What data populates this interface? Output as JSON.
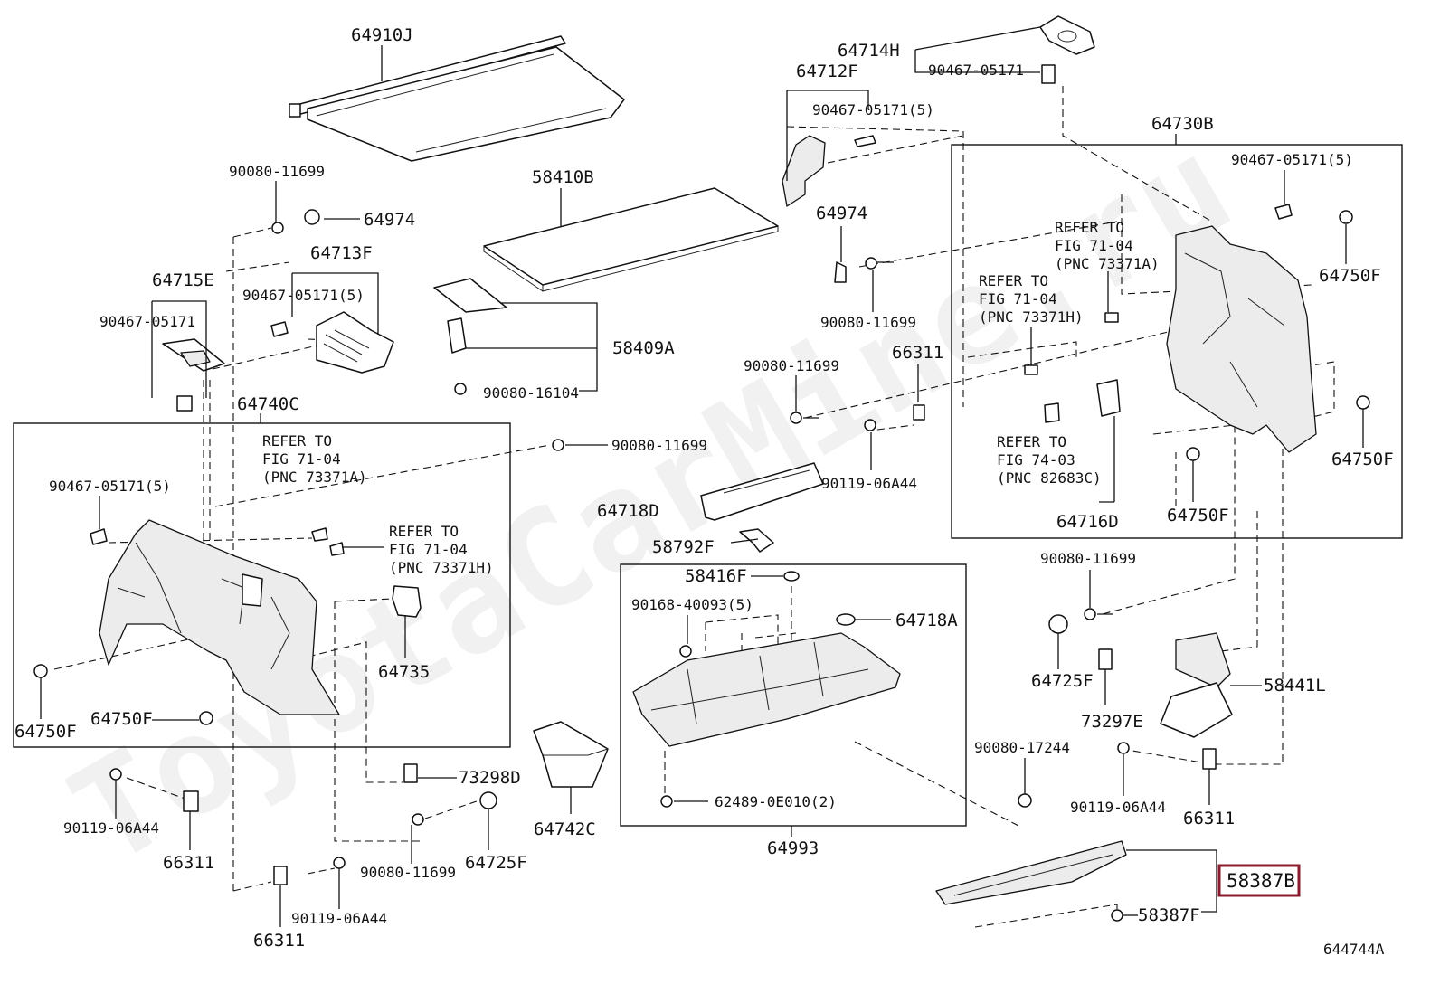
{
  "watermark": "ToyotaCarMine.ru",
  "diagram_id": "644744A",
  "highlighted_part": "58387B",
  "labels": {
    "p64910J": "64910J",
    "p58410B": "58410B",
    "p58409A": "58409A",
    "p90080_16104": "90080-16104",
    "p90080_11699_a": "90080-11699",
    "p64974_a": "64974",
    "p64713F": "64713F",
    "p90467_05171_5_a": "90467-05171(5)",
    "p64715E": "64715E",
    "p90467_05171_a": "90467-05171",
    "p64740C": "64740C",
    "refer_a_1": "REFER TO",
    "refer_a_2": "FIG 71-04",
    "refer_a_3": "(PNC 73371A)",
    "refer_b_1": "REFER TO",
    "refer_b_2": "FIG 71-04",
    "refer_b_3": "(PNC 73371H)",
    "p90467_05171_5_b": "90467-05171(5)",
    "p64735": "64735",
    "p64750F_a": "64750F",
    "p64750F_b": "64750F",
    "p90080_11699_b": "90080-11699",
    "p73298D": "73298D",
    "p90119_06A44_a": "90119-06A44",
    "p66311_a": "66311",
    "p90080_11699_c": "90080-11699",
    "p64725F_a": "64725F",
    "p90119_06A44_b": "90119-06A44",
    "p66311_b": "66311",
    "p64742C": "64742C",
    "p64714H": "64714H",
    "p90467_05171_b": "90467-05171",
    "p64712F": "64712F",
    "p90467_05171_5_c": "90467-05171(5)",
    "p64974_b": "64974",
    "p90080_11699_d": "90080-11699",
    "p90080_11699_e": "90080-11699",
    "p66311_c": "66311",
    "p90119_06A44_c": "90119-06A44",
    "p64718D": "64718D",
    "p58792F": "58792F",
    "p58416F": "58416F",
    "p90168_40093_5": "90168-40093(5)",
    "p64718A": "64718A",
    "p62489_0E010_2": "62489-0E010(2)",
    "p64993": "64993",
    "p64730B": "64730B",
    "p90467_05171_5_d": "90467-05171(5)",
    "refer_c_1": "REFER TO",
    "refer_c_2": "FIG 71-04",
    "refer_c_3": "(PNC 73371A)",
    "refer_d_1": "REFER TO",
    "refer_d_2": "FIG 71-04",
    "refer_d_3": "(PNC 73371H)",
    "refer_e_1": "REFER TO",
    "refer_e_2": "FIG 74-03",
    "refer_e_3": "(PNC 82683C)",
    "p64716D": "64716D",
    "p64750F_c": "64750F",
    "p64750F_d": "64750F",
    "p64750F_e": "64750F",
    "p90080_11699_f": "90080-11699",
    "p64725F_b": "64725F",
    "p73297E": "73297E",
    "p58441L": "58441L",
    "p90080_17244": "90080-17244",
    "p90119_06A44_d": "90119-06A44",
    "p66311_d": "66311",
    "p58387F": "58387F"
  }
}
